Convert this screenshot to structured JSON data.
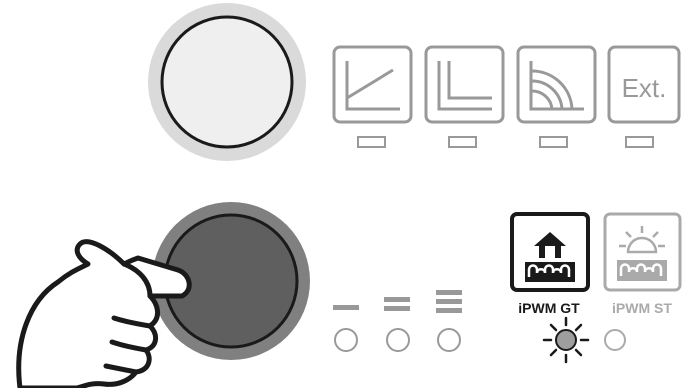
{
  "top_panel": {
    "knob": "rotary-knob-released",
    "mode_buttons": [
      {
        "icon": "curve-rising-icon",
        "label": "",
        "indicator": "off"
      },
      {
        "icon": "curve-flat-icon",
        "label": "",
        "indicator": "off"
      },
      {
        "icon": "radiant-curve-icon",
        "label": "",
        "indicator": "off"
      },
      {
        "icon": "external-icon",
        "label": "Ext.",
        "indicator": "off"
      }
    ]
  },
  "bottom_panel": {
    "knob": "rotary-knob-pressed",
    "hand": "pressing-hand-icon",
    "level_leds": [
      {
        "icon": "level-1-bars-icon",
        "bars": 1,
        "state": "off"
      },
      {
        "icon": "level-2-bars-icon",
        "bars": 2,
        "state": "off"
      },
      {
        "icon": "level-3-bars-icon",
        "bars": 3,
        "state": "off"
      }
    ],
    "pwm_modes": [
      {
        "icon": "house-floor-heating-icon",
        "label": "iPWM GT",
        "selected": true,
        "led": "blinking"
      },
      {
        "icon": "sun-floor-heating-icon",
        "label": "iPWM ST",
        "selected": false,
        "led": "off"
      }
    ]
  },
  "colors": {
    "outline": "#1a1a1a",
    "grey_ui": "#999999",
    "light_ring": "#dadada",
    "pressed_ring": "#808080",
    "pressed_face": "#5f5f5f",
    "led_active": "#9e9e9e"
  }
}
